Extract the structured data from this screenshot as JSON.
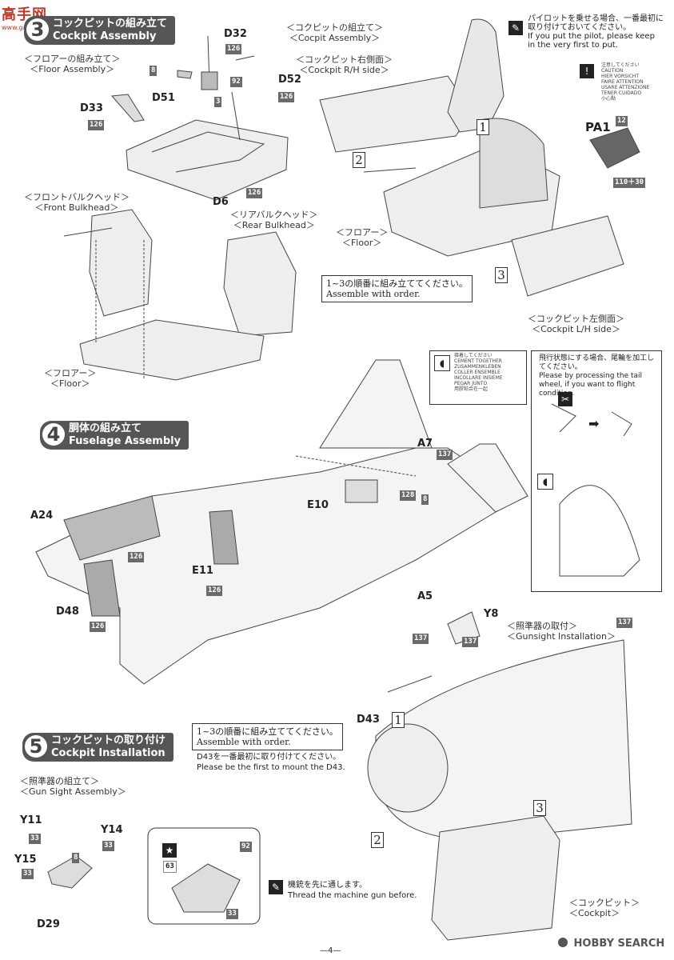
{
  "watermark": {
    "logo_text": "高手网",
    "url": "www.gaoshou.net"
  },
  "step3": {
    "num": "3",
    "jp": "コックピットの組み立て",
    "en": "Cockpit Assembly"
  },
  "step4": {
    "num": "4",
    "jp": "胴体の組み立て",
    "en": "Fuselage Assembly"
  },
  "step5": {
    "num": "5",
    "jp": "コックピットの取り付け",
    "en": "Cockpit Installation"
  },
  "labels": {
    "floor_asm_jp": "＜フロアーの組み立て＞",
    "floor_asm_en": "＜Floor Assembly＞",
    "cockpit_asm_jp": "＜コクピットの組立て＞",
    "cockpit_asm_en": "＜Cocpit Assembly＞",
    "cockpit_rh_jp": "＜コックピット右側面＞",
    "cockpit_rh_en": "＜Cockpit R/H side＞",
    "front_bh_jp": "＜フロントバルクヘッド＞",
    "front_bh_en": "＜Front Bulkhead＞",
    "rear_bh_jp": "＜リアバルクヘッド＞",
    "rear_bh_en": "＜Rear Bulkhead＞",
    "floor_jp": "＜フロアー＞",
    "floor_en": "＜Floor＞",
    "floor2_jp": "＜フロアー＞",
    "floor2_en": "＜Floor＞",
    "cockpit_lh_jp": "＜コックピット左側面＞",
    "cockpit_lh_en": "＜Cockpit L/H side＞",
    "gunsight_inst_jp": "＜照準器の取付＞",
    "gunsight_inst_en": "＜Gunsight Installation＞",
    "gun_sight_asm_jp": "＜照準器の組立て＞",
    "gun_sight_asm_en": "＜Gun Sight Assembly＞",
    "cockpit_jp": "＜コックピット＞",
    "cockpit_en": "＜Cockpit＞"
  },
  "notes": {
    "pilot_jp": "パイロットを乗せる場合、一番最初に取り付けておいてください。",
    "pilot_en": "If you put the pilot, please keep in the very first to put.",
    "caution": [
      "注意してください",
      "CAUTION",
      "HIER VORSICHT",
      "FAIRE ATTENTION",
      "USARE ATTENZIONE",
      "TENER CUIDADO",
      "小心點"
    ],
    "order1_jp": "1~3の順番に組み立ててください。",
    "order1_en": "Assemble with order.",
    "order2_jp": "1~3の順番に組み立ててください。",
    "order2_en": "Assemble with order.",
    "d43_jp": "D43を一番最初に取り付けてください。",
    "d43_en": "Please be the first to mount the D43.",
    "cement": [
      "接着してください",
      "CEMENT TOGETHER",
      "ZUSAMMENKLEBEN",
      "COLLER ENSEMBLE",
      "INCOLLARE INSIEME",
      "PEGAR JUNTO",
      "用膠粘合在一起"
    ],
    "tail_jp": "飛行状態にする場合、尾輪を加工してください。",
    "tail_en": "Please by processing the tail wheel, if you want to flight condition.",
    "gun_jp": "機銃を先に通します。",
    "gun_en": "Thread the machine gun before."
  },
  "parts": {
    "D32": "D32",
    "D51": "D51",
    "D52": "D52",
    "D33": "D33",
    "D6": "D6",
    "PA1": "PA1",
    "A7": "A7",
    "E10": "E10",
    "A24": "A24",
    "E11": "E11",
    "D48": "D48",
    "A5": "A5",
    "Y8": "Y8",
    "D43": "D43",
    "Y11": "Y11",
    "Y14": "Y14",
    "Y15": "Y15",
    "D29": "D29"
  },
  "paint_codes": {
    "c126a": "126",
    "c8a": "8",
    "c92a": "92",
    "c3a": "3",
    "c126b": "126",
    "c126c": "126",
    "c126d": "126",
    "c12": "12",
    "c110_30": "110＋30",
    "c137a": "137",
    "c128": "128",
    "c8b": "8",
    "c126e": "126",
    "c126f": "126",
    "c126g": "126",
    "c137b": "137",
    "c137c": "137",
    "c137d": "137",
    "c33a": "33",
    "c33b": "33",
    "c33c": "33",
    "c8c": "8",
    "c92b": "92",
    "c63": "63",
    "c33d": "33"
  },
  "order_nums": {
    "n1a": "1",
    "n2a": "2",
    "n3a": "3",
    "n1b": "1",
    "n2b": "2",
    "n3b": "3"
  },
  "footer": {
    "page": "—4—",
    "brand": "HOBBY SEARCH"
  }
}
